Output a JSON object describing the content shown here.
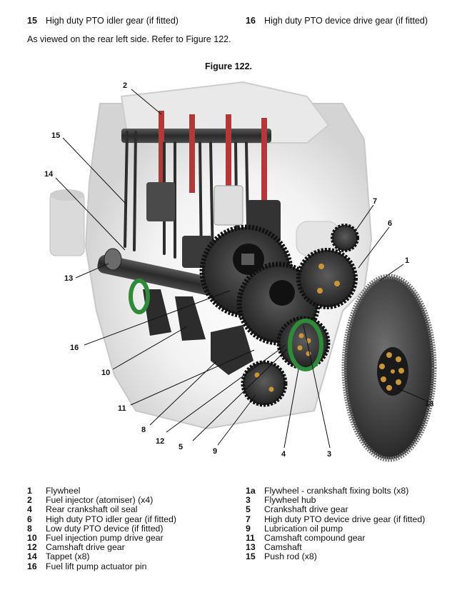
{
  "header_items": [
    {
      "num": "15",
      "text": "High duty PTO idler gear (if fitted)"
    },
    {
      "num": "16",
      "text": "High duty PTO device drive gear (if fitted)"
    }
  ],
  "intro": "As viewed on the rear left side. Refer to Figure 122.",
  "figure_title": "Figure 122.",
  "callouts": [
    "2",
    "15",
    "14",
    "13",
    "16",
    "10",
    "11",
    "8",
    "12",
    "5",
    "9",
    "4",
    "3",
    "1a",
    "1",
    "6",
    "7"
  ],
  "legend_left": [
    {
      "num": "1",
      "text": "Flywheel"
    },
    {
      "num": "2",
      "text": "Fuel injector (atomiser) (x4)"
    },
    {
      "num": "4",
      "text": "Rear crankshaft oil seal"
    },
    {
      "num": "6",
      "text": "High duty PTO idler gear (if fitted)"
    },
    {
      "num": "8",
      "text": "Low duty PTO device (if fitted)"
    },
    {
      "num": "10",
      "text": "Fuel injection pump drive gear"
    },
    {
      "num": "12",
      "text": "Camshaft drive gear"
    },
    {
      "num": "14",
      "text": "Tappet (x8)"
    },
    {
      "num": "16",
      "text": "Fuel lift pump actuator pin"
    }
  ],
  "legend_right": [
    {
      "num": "1a",
      "text": "Flywheel - crankshaft fixing bolts (x8)"
    },
    {
      "num": "3",
      "text": "Flywheel hub"
    },
    {
      "num": "5",
      "text": "Crankshaft drive gear"
    },
    {
      "num": "7",
      "text": "High duty PTO device drive gear (if fitted)"
    },
    {
      "num": "9",
      "text": "Lubrication oil pump"
    },
    {
      "num": "11",
      "text": "Camshaft compound gear"
    },
    {
      "num": "13",
      "text": "Camshaft"
    },
    {
      "num": "15",
      "text": "Push rod (x8)"
    }
  ]
}
